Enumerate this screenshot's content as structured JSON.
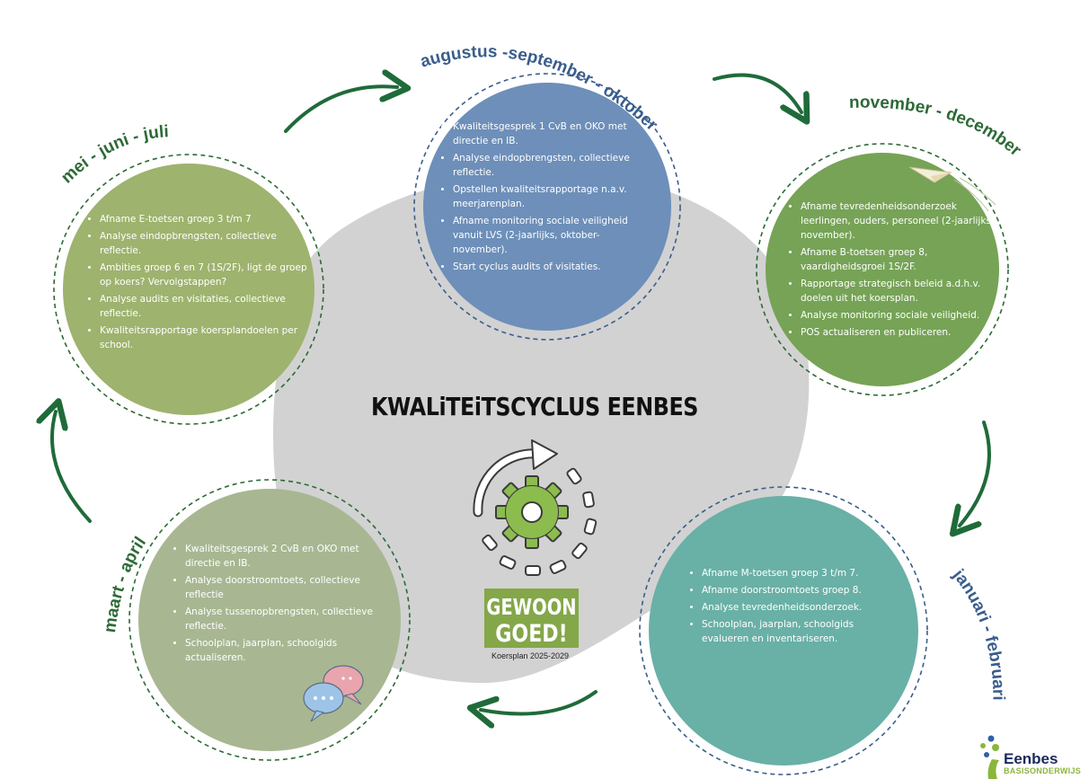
{
  "title": "KWALiTEiTSCYCLUS EENBES",
  "logo": {
    "line1": "GEWOON",
    "line2": "GOED!",
    "caption": "Koersplan 2025-2029"
  },
  "brand": {
    "name": "Eenbes",
    "sub": "BASISONDERWIJS"
  },
  "colors": {
    "blue": "#6d8fb9",
    "green_dark": "#76a356",
    "green_light": "#9eb36e",
    "sage": "#a8b792",
    "teal": "#69b0a6",
    "arrow": "#1f6b3a",
    "blob": "#d2d2d2",
    "label_blue": "#3a5d8c",
    "label_green": "#2c6a36"
  },
  "periods": {
    "aug": {
      "label": "augustus -september - oktober",
      "items": [
        "Kwaliteitsgesprek 1 CvB en OKO met directie en IB.",
        "Analyse eindopbrengsten, collectieve reflectie.",
        "Opstellen kwaliteitsrapportage n.a.v. meerjarenplan.",
        "Afname monitoring sociale veiligheid vanuit LVS (2-jaarlijks, oktober-november).",
        "Start cyclus audits of visitaties."
      ]
    },
    "nov": {
      "label": "november - december",
      "items": [
        "Afname tevredenheidsonderzoek leerlingen, ouders, personeel (2-jaarlijks, november).",
        "Afname B-toetsen groep 8, vaardigheidsgroei 1S/2F.",
        "Rapportage strategisch beleid a.d.h.v. doelen uit het koersplan.",
        "Analyse monitoring sociale veiligheid.",
        "POS actualiseren en publiceren."
      ]
    },
    "jan": {
      "label": "januari - februari",
      "items": [
        "Afname M-toetsen groep 3 t/m 7.",
        "Afname doorstroomtoets groep 8.",
        "Analyse tevredenheidsonderzoek.",
        "Schoolplan, jaarplan, schoolgids evalueren en inventariseren."
      ]
    },
    "mrt": {
      "label": "maart - april",
      "items": [
        "Kwaliteitsgesprek 2 CvB en OKO met directie en IB.",
        "Analyse doorstroomtoets, collectieve reflectie",
        "Analyse tussenopbrengsten, collectieve reflectie.",
        "Schoolplan, jaarplan, schoolgids actualiseren."
      ]
    },
    "mei": {
      "label": "mei - juni - juli",
      "items": [
        "Afname E-toetsen groep 3 t/m 7",
        "Analyse eindopbrengsten, collectieve reflectie.",
        "Ambities groep 6 en 7 (1S/2F), ligt de groep op koers? Vervolgstappen?",
        "Analyse audits en visitaties, collectieve reflectie.",
        "Kwaliteitsrapportage koersplandoelen per school."
      ]
    }
  }
}
